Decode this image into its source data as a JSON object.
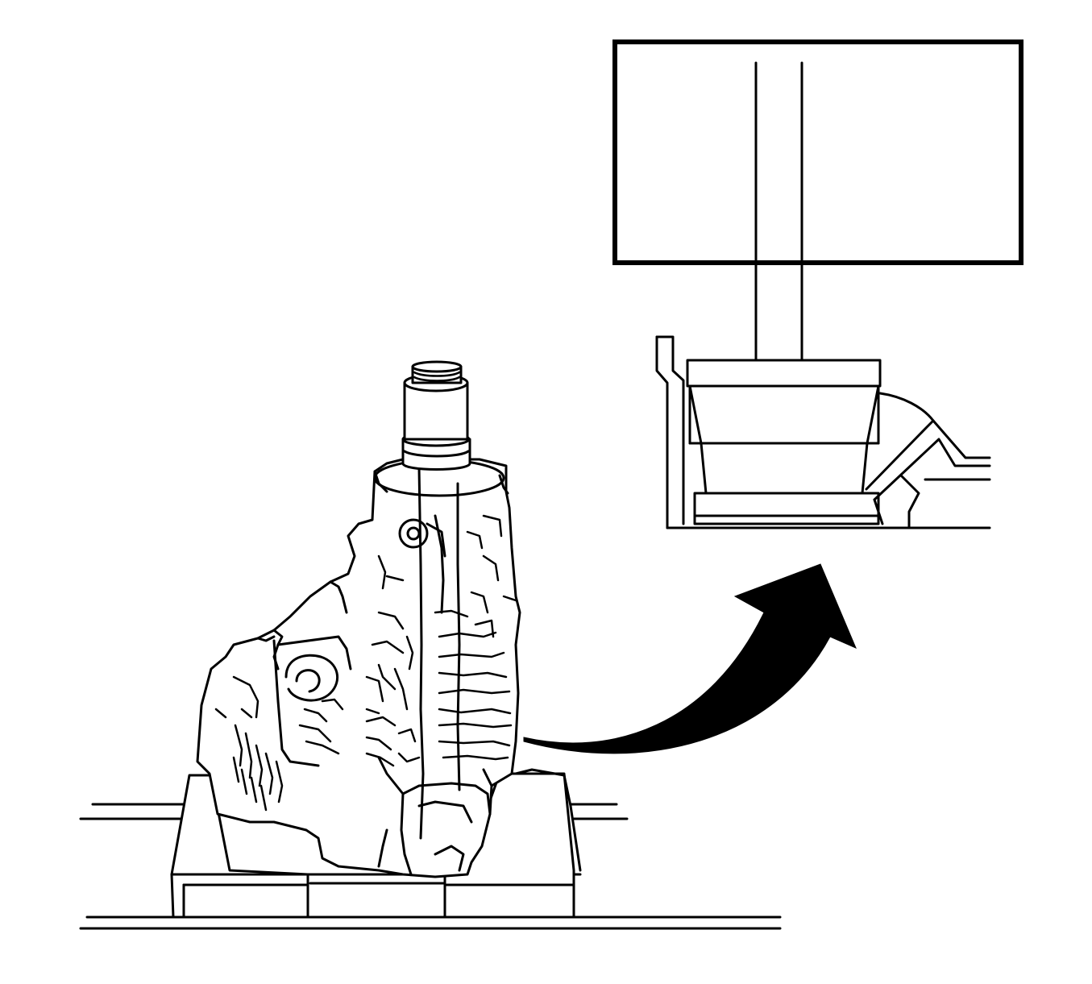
{
  "figure": {
    "kind": "service-manual-line-illustration",
    "stroke_color": "#000000",
    "background_color": "#ffffff",
    "text_labels": []
  },
  "components": {
    "press_bed": "press-bed",
    "press_plates": "press-plates",
    "housing": "transmission-housing",
    "installer_tool": "installer-tool",
    "detail_inset": "detail-view",
    "callout_arrow": "curved-arrow"
  }
}
